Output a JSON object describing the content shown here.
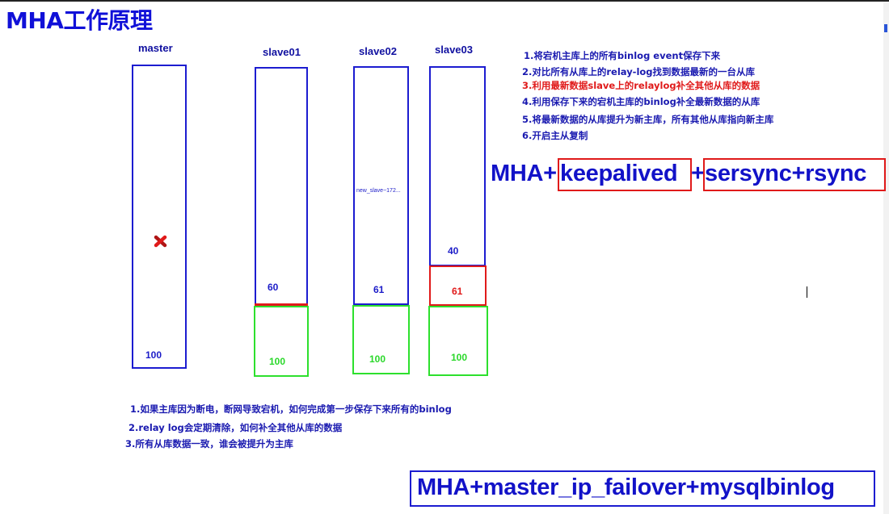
{
  "title": "MHA工作原理",
  "columns": {
    "master": {
      "label": "master",
      "value": "100"
    },
    "slave01": {
      "label": "slave01",
      "top_value": "60",
      "bottom_value": "100"
    },
    "slave02": {
      "label": "slave02",
      "note": "new_slave~172...",
      "top_value": "61",
      "bottom_value": "100"
    },
    "slave03": {
      "label": "slave03",
      "top_value": "40",
      "mid_value": "61",
      "bottom_value": "100"
    }
  },
  "steps": [
    "1.将宕机主库上的所有binlog event保存下来",
    "2.对比所有从库上的relay-log找到数据最新的一台从库",
    "3.利用最新数据slave上的relaylog补全其他从库的数据",
    "4.利用保存下来的宕机主库的binlog补全最新数据的从库",
    "5.将最新数据的从库提升为新主库，所有其他从库指向新主库",
    "6.开启主从复制"
  ],
  "highlight_step_index": 2,
  "colors": {
    "blue": "#1c1cd0",
    "red": "#e01a1a",
    "green": "#2de02d",
    "dark_blue": "#1010a0"
  },
  "solution1": {
    "prefix": "MHA+",
    "part1": "keepalived",
    "plus": "+",
    "part2": "sersync+rsync"
  },
  "questions": [
    "1.如果主库因为断电，断网导致宕机，如何完成第一步保存下来所有的binlog",
    "2.relay log会定期清除，如何补全其他从库的数据",
    "3.所有从库数据一致，谁会被提升为主库"
  ],
  "solution2": "MHA+master_ip_failover+mysqlbinlog",
  "icons": {
    "master_status": "red-x-icon"
  }
}
